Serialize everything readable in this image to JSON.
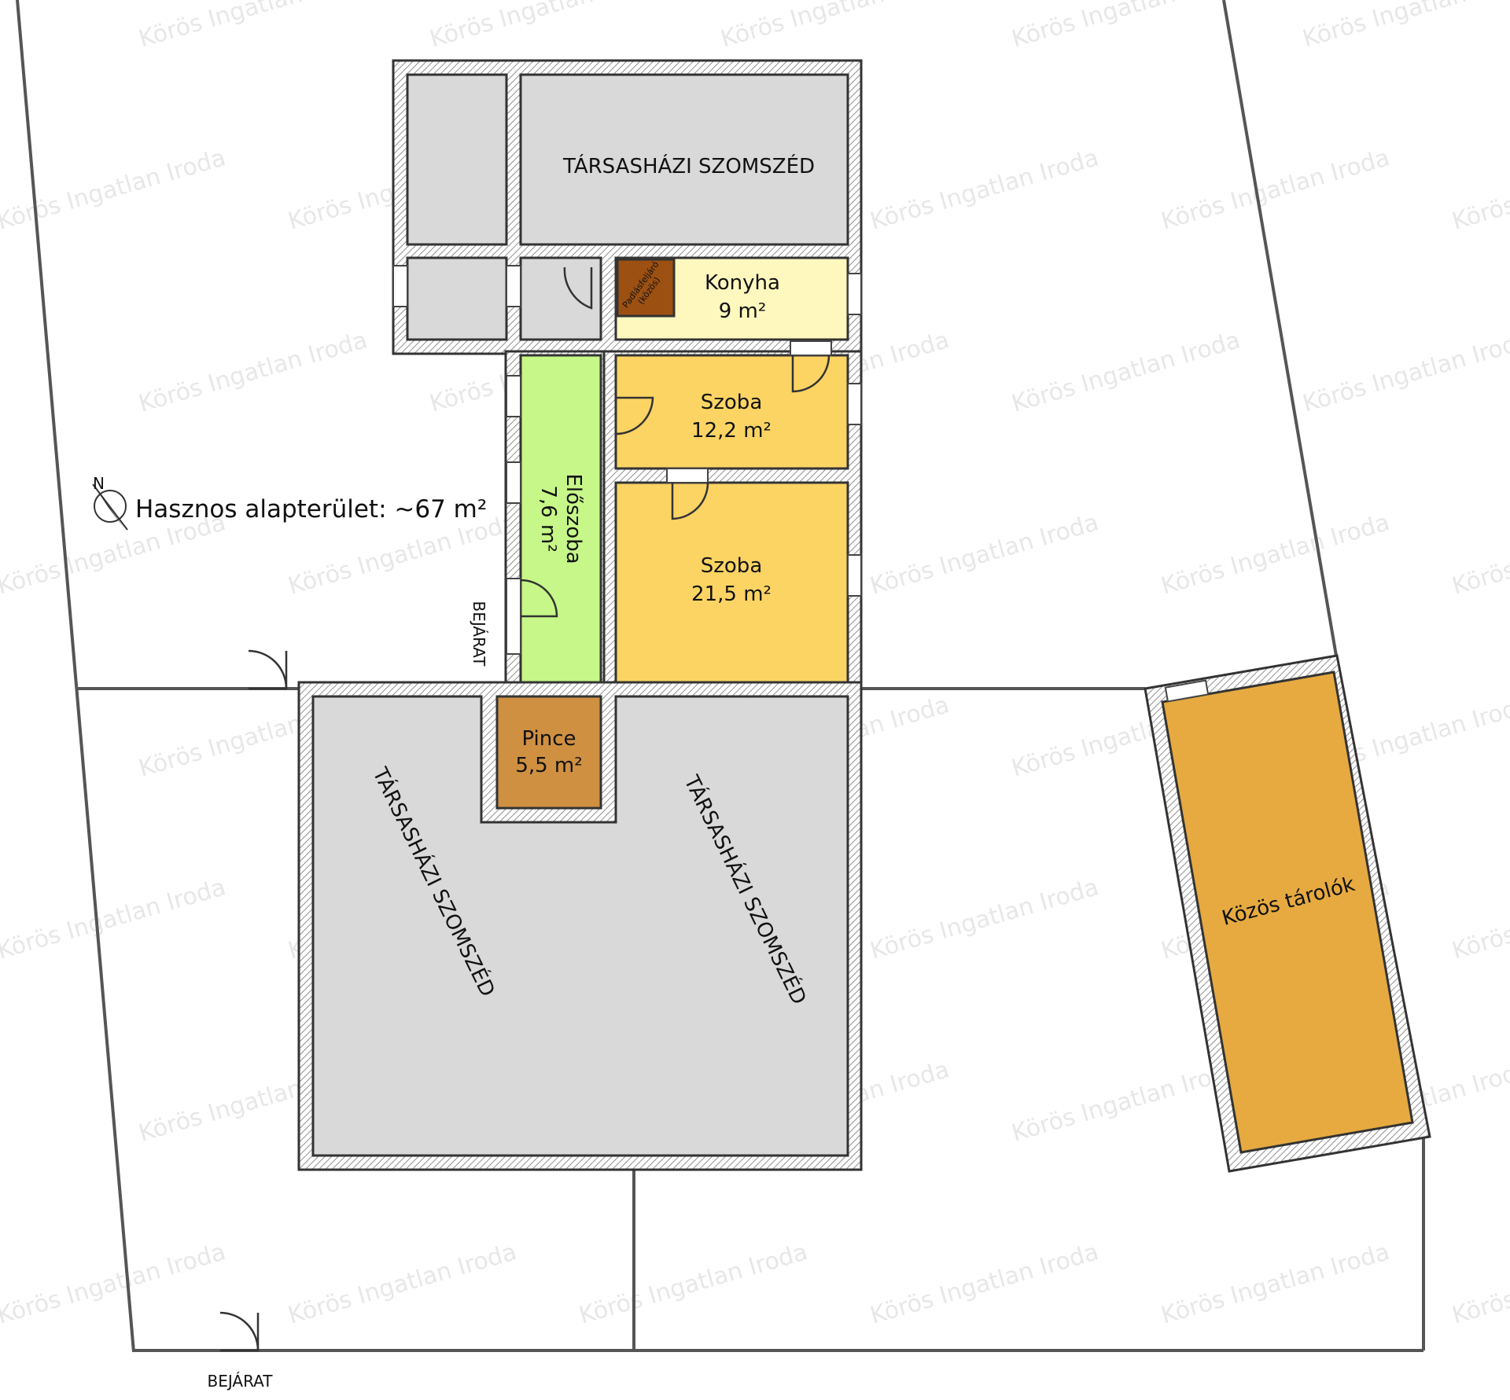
{
  "plan": {
    "total_area": "Hasznos alapterület: ~67 m²",
    "rooms": {
      "neighbor_top": "TÁRSASHÁZI SZOMSZÉD",
      "neighbor_left": "TÁRSASHÁZI SZOMSZÉD",
      "neighbor_right": "TÁRSASHÁZI SZOMSZÉD",
      "attic_line1": "Padlásfeljáró",
      "attic_line2": "(közös)",
      "kitchen_name": "Konyha",
      "kitchen_area": "9 m²",
      "room1_name": "Szoba",
      "room1_area": "12,2 m²",
      "room2_name": "Szoba",
      "room2_area": "21,5 m²",
      "hall_name": "Előszoba",
      "hall_area": "7,6 m²",
      "cellar_name": "Pince",
      "cellar_area": "5,5 m²",
      "storage_name": "Közös tárolók"
    },
    "entrance_side": "BEJÁRAT",
    "entrance_bottom": "BEJÁRAT",
    "compass": "N",
    "watermark": "Körös Ingatlan Iroda",
    "colors": {
      "neighbor": "#d9d9d9",
      "kitchen": "#fff8be",
      "rooms": "#fcd464",
      "hall": "#c6f788",
      "cellar": "#cf9042",
      "attic": "#9c5012",
      "storage": "#e6aa40",
      "wall_hatch": "#8f8f8f"
    }
  }
}
